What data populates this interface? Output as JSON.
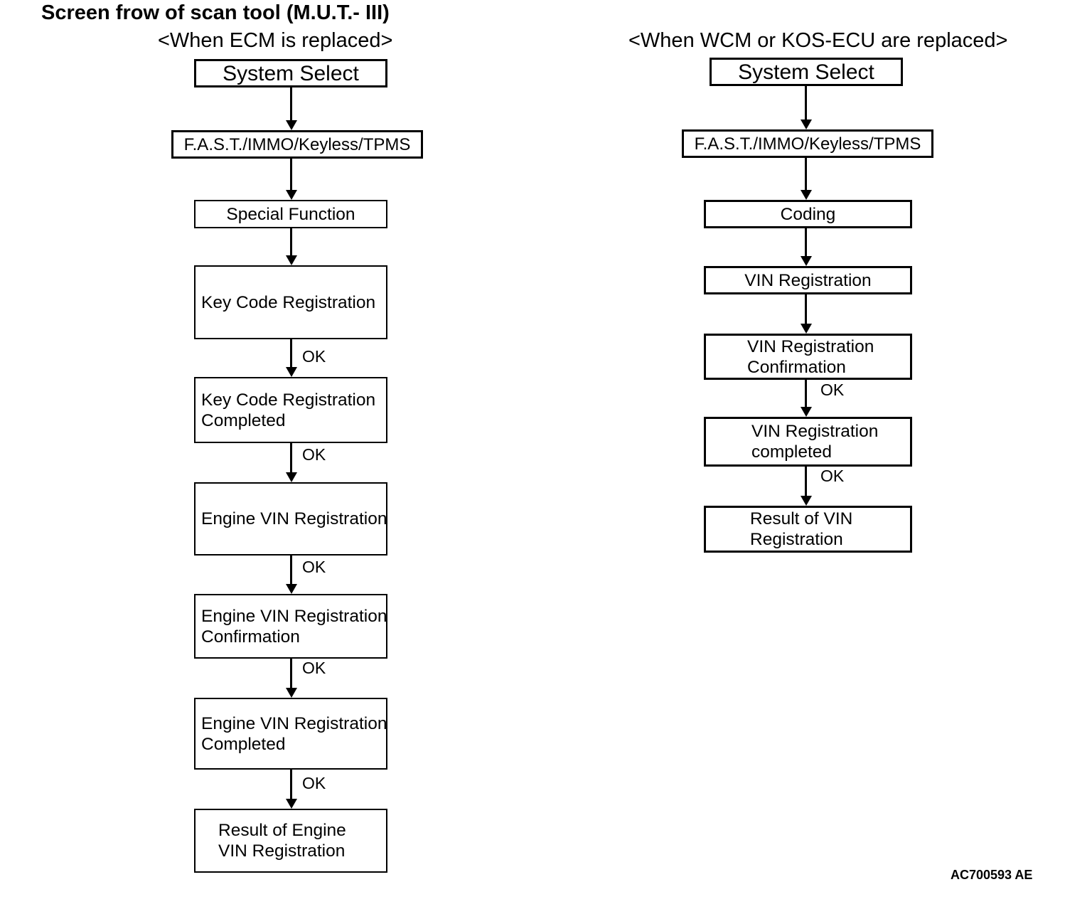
{
  "page": {
    "title": "Screen frow of scan tool (M.U.T.- III)",
    "figure_code": "AC700593 AE",
    "ok_label": "OK",
    "colors": {
      "ink": "#000000",
      "paper": "#ffffff"
    }
  },
  "ecm_flow": {
    "heading": "<When ECM is replaced>",
    "boxes": [
      {
        "lines": [
          "System Select"
        ]
      },
      {
        "lines": [
          "F.A.S.T./IMMO/Keyless/TPMS"
        ]
      },
      {
        "lines": [
          "Special Function"
        ]
      },
      {
        "lines": [
          "Key Code Registration"
        ]
      },
      {
        "lines": [
          "Key Code Registration",
          "Completed"
        ]
      },
      {
        "lines": [
          "Engine VIN Registration"
        ]
      },
      {
        "lines": [
          "Engine VIN Registration",
          "Confirmation"
        ]
      },
      {
        "lines": [
          "Engine VIN Registration",
          "Completed"
        ]
      },
      {
        "lines": [
          "Result of Engine",
          "VIN Registration"
        ]
      }
    ]
  },
  "wcm_flow": {
    "heading": "<When WCM or KOS-ECU are replaced>",
    "boxes": [
      {
        "lines": [
          "System Select"
        ]
      },
      {
        "lines": [
          "F.A.S.T./IMMO/Keyless/TPMS"
        ]
      },
      {
        "lines": [
          "Coding"
        ]
      },
      {
        "lines": [
          "VIN Registration"
        ]
      },
      {
        "lines": [
          "VIN Registration",
          "Confirmation"
        ]
      },
      {
        "lines": [
          "VIN Registration",
          "completed"
        ]
      },
      {
        "lines": [
          "Result of VIN",
          "Registration"
        ]
      }
    ]
  }
}
